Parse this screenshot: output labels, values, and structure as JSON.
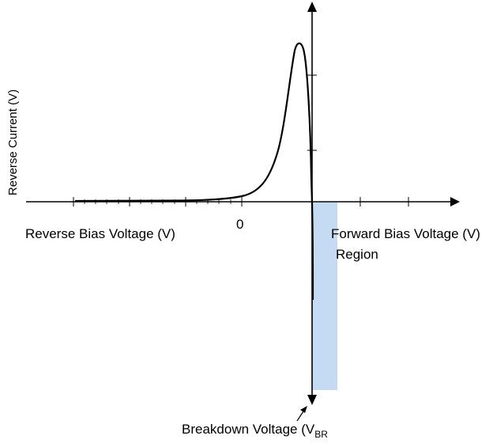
{
  "diagram": {
    "y_axis_label": "Reverse Current (V)",
    "x_axis_left_label": "Reverse Bias Voltage (V)",
    "x_axis_right_label": "Forward Bias Voltage (V)",
    "origin_label": "0",
    "region_label": "Region",
    "breakdown_label_main": "Breakdown Voltage (V",
    "breakdown_label_sub": "BR",
    "colors": {
      "curve": "#000000",
      "axes": "#000000",
      "region_fill": "#c5dbf3"
    }
  }
}
